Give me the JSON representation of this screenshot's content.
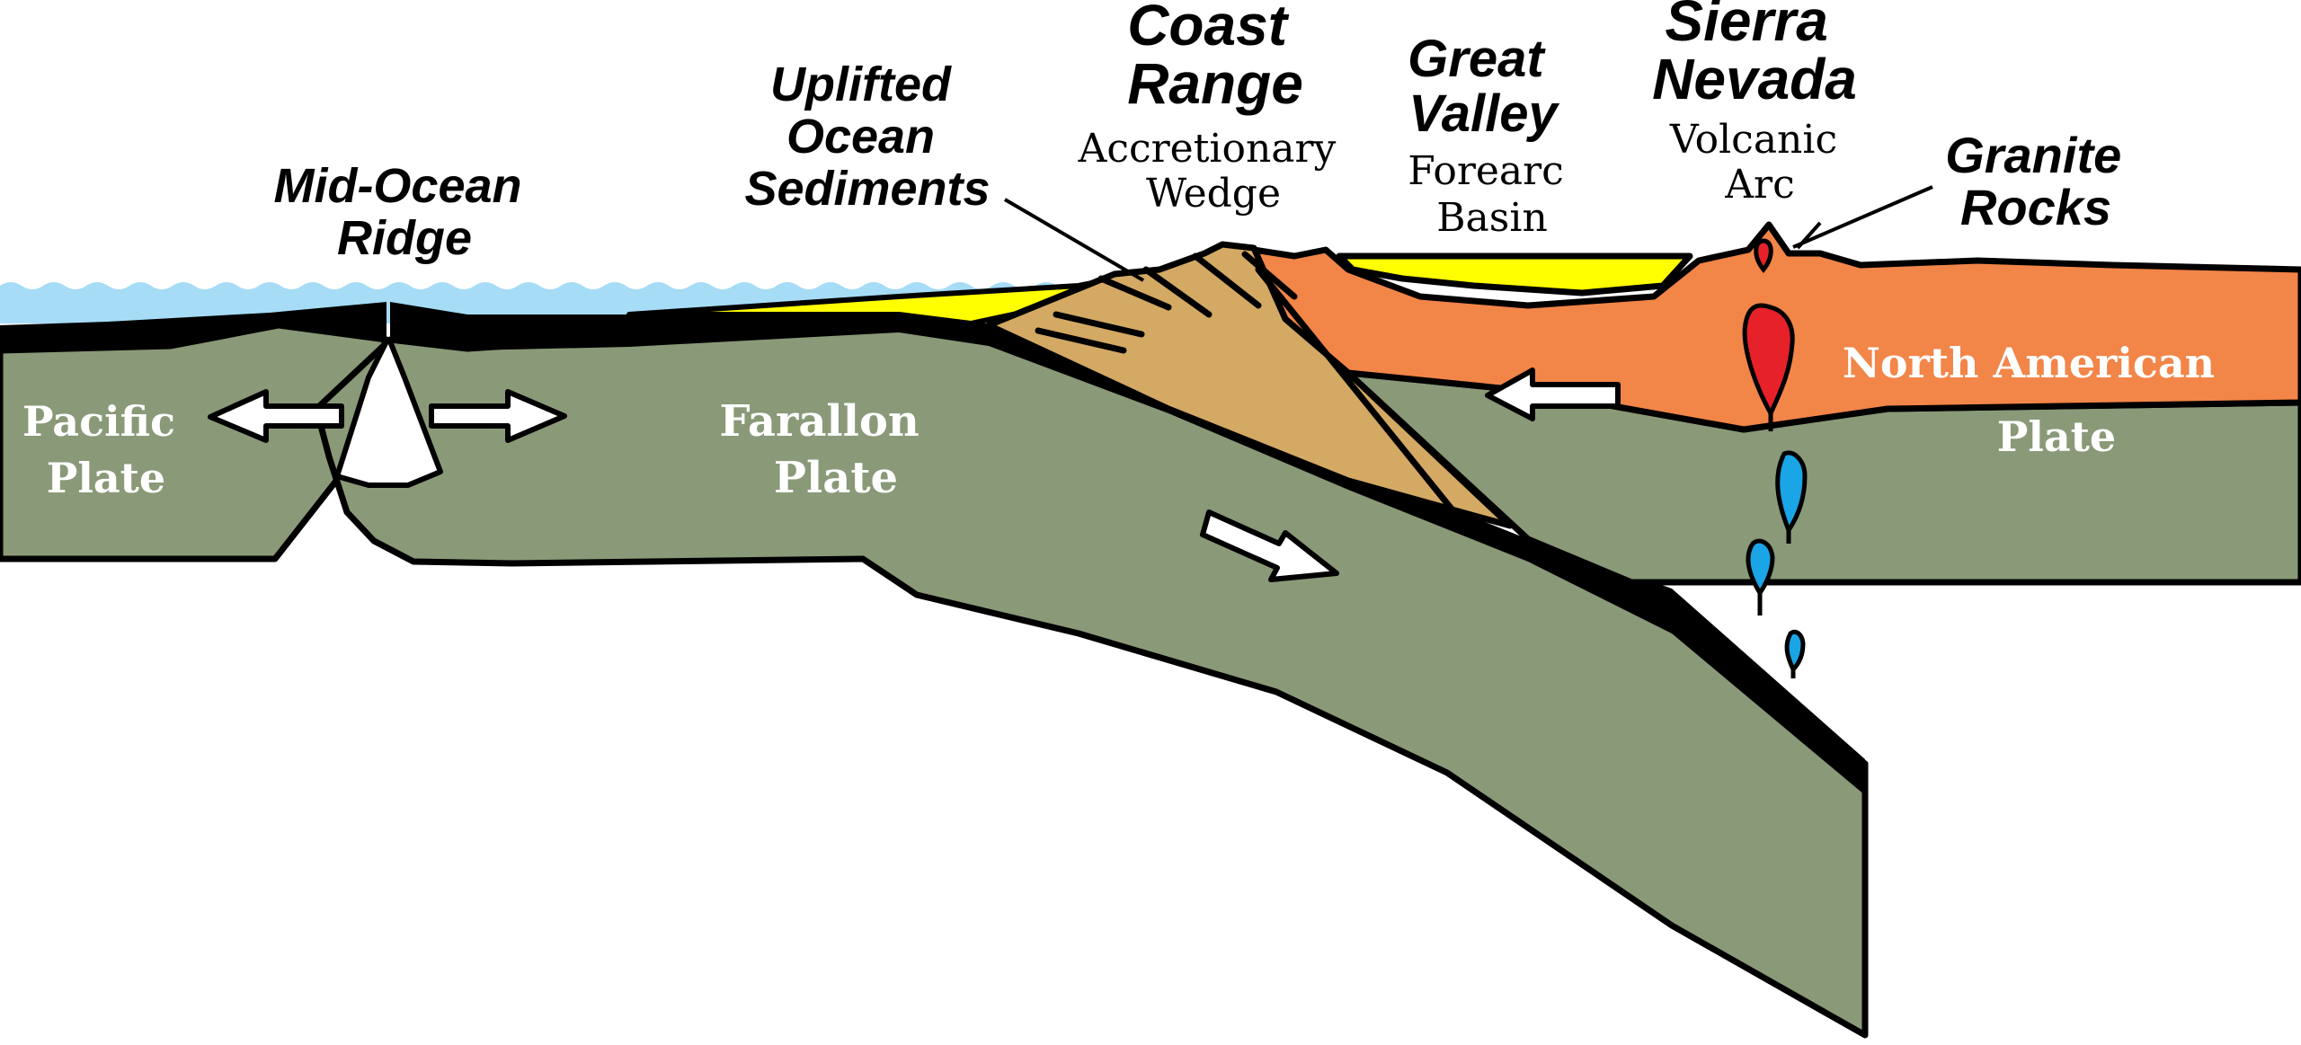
{
  "colors": {
    "ocean": "#a6dcf5",
    "plate": "#8a9978",
    "crust_black": "#000000",
    "sediment_yellow": "#ffff00",
    "wedge_tan": "#d3a964",
    "continent_orange": "#f28548",
    "magma_red": "#e6212a",
    "magma_blue": "#1aa5e6",
    "arrow_fill": "#ffffff",
    "label_white": "#ffffff"
  },
  "labels": {
    "mid_ocean_ridge": [
      "Mid-Ocean",
      "Ridge"
    ],
    "uplifted_sediments": [
      "Uplifted",
      "Ocean",
      "Sediments"
    ],
    "coast_range_title": [
      "Coast",
      "Range"
    ],
    "coast_range_sub": [
      "Accretionary",
      "Wedge"
    ],
    "great_valley_title": [
      "Great",
      "Valley"
    ],
    "great_valley_sub": [
      "Forearc",
      "Basin"
    ],
    "sierra_nevada_title": [
      "Sierra",
      "Nevada"
    ],
    "sierra_nevada_sub": [
      "Volcanic",
      "Arc"
    ],
    "granite_rocks": [
      "Granite",
      "Rocks"
    ],
    "pacific_plate": [
      "Pacific",
      "Plate"
    ],
    "farallon_plate": [
      "Farallon",
      "Plate"
    ],
    "north_american_plate": [
      "North American",
      "Plate"
    ]
  }
}
